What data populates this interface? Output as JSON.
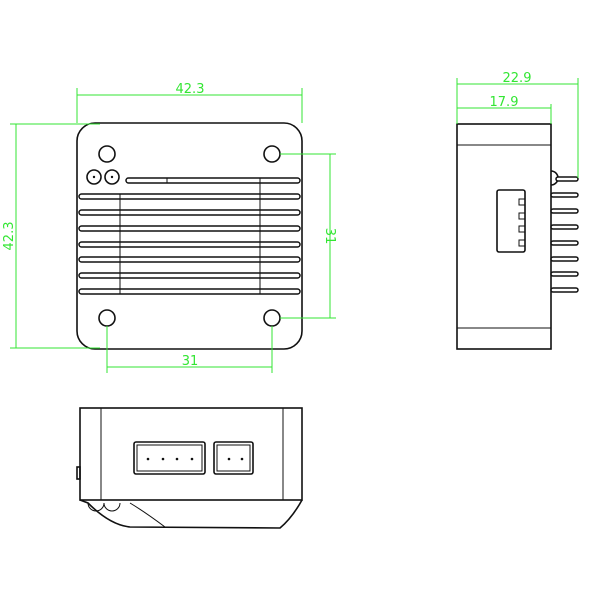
{
  "dimensions": {
    "front_width": "42.3",
    "front_height": "42.3",
    "hole_spacing_vertical": "31",
    "hole_spacing_horizontal": "31",
    "side_total_depth": "22.9",
    "side_body_depth": "17.9"
  },
  "colors": {
    "dimension": "#33e633",
    "outline": "#111111"
  }
}
